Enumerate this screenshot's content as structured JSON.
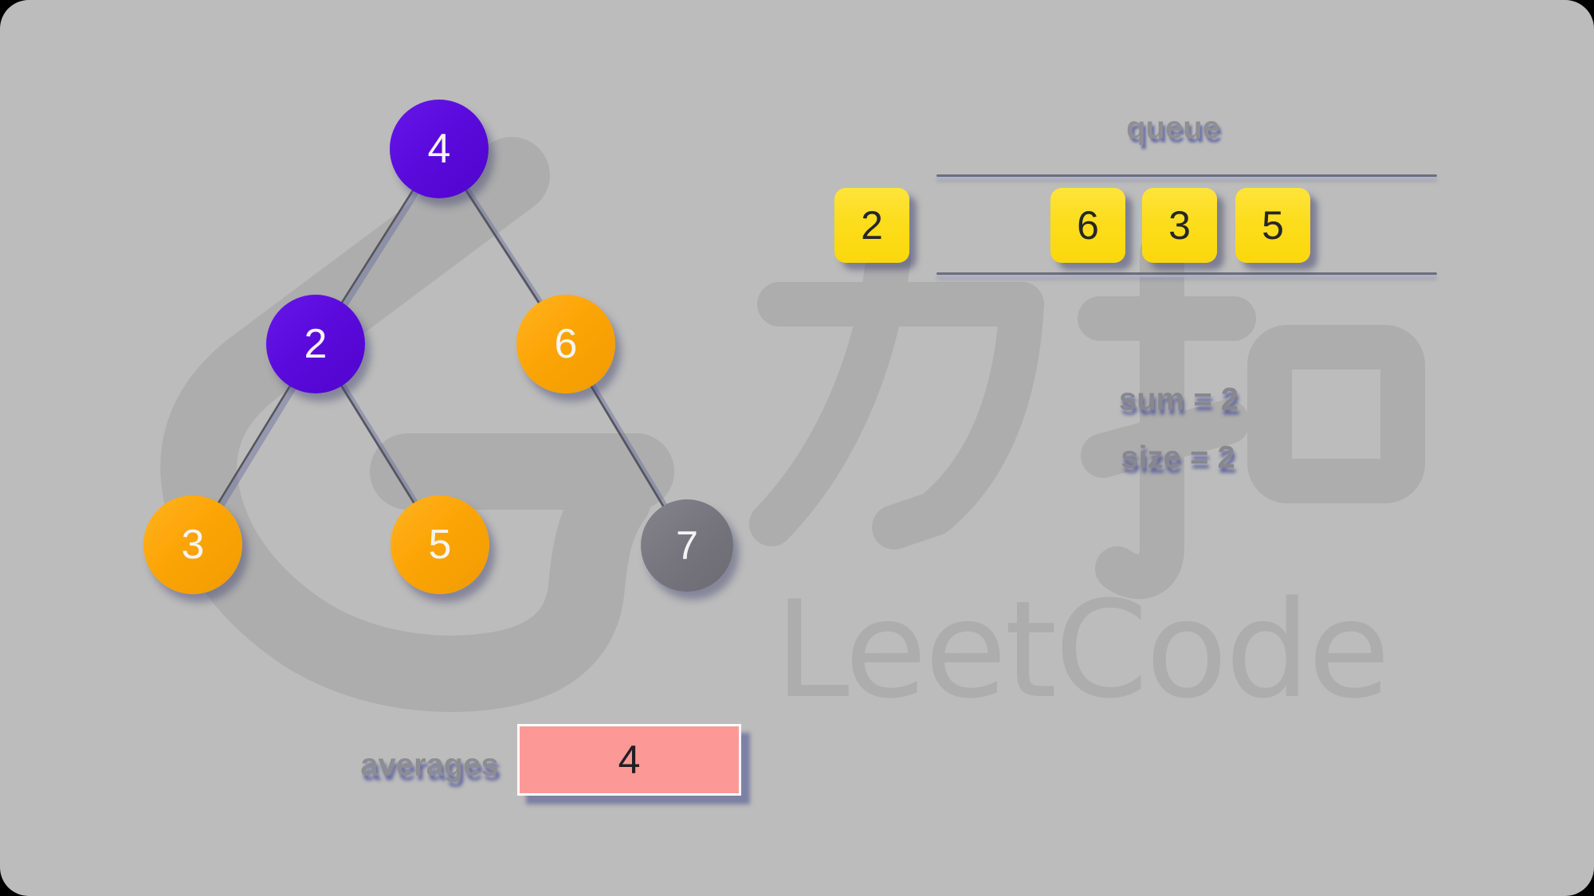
{
  "watermark": {
    "brand": "LeetCode",
    "cjk": "力扣"
  },
  "tree": {
    "nodes": [
      {
        "value": "4",
        "color": "purple"
      },
      {
        "value": "2",
        "color": "purple"
      },
      {
        "value": "6",
        "color": "orange"
      },
      {
        "value": "3",
        "color": "orange"
      },
      {
        "value": "5",
        "color": "orange"
      },
      {
        "value": "7",
        "color": "gray"
      }
    ],
    "edges": [
      [
        "4",
        "2"
      ],
      [
        "4",
        "6"
      ],
      [
        "2",
        "3"
      ],
      [
        "2",
        "5"
      ],
      [
        "6",
        "7"
      ]
    ]
  },
  "queue": {
    "label": "queue",
    "dequeued": {
      "value": "2"
    },
    "items": [
      {
        "value": "6"
      },
      {
        "value": "3"
      },
      {
        "value": "5"
      }
    ]
  },
  "stats": {
    "sum": "sum = 2",
    "size": "size = 2"
  },
  "averages": {
    "label": "averages",
    "values": [
      "4"
    ]
  },
  "colors": {
    "background": "#bcbcbc",
    "watermark_gray": "#adadad",
    "node_purple": "#5a0bdc",
    "node_orange": "#fca405",
    "node_gray": "#76757d",
    "queue_item_yellow": "#fcdd1c",
    "averages_pink": "#fc9996",
    "label_gray": "#8e8e92",
    "label_shadow_blue": "#50559b",
    "edge_dark": "#55555c",
    "edge_glow": "#6e73a0",
    "node_text": "#f4f4f6",
    "box_text": "#26262a"
  }
}
